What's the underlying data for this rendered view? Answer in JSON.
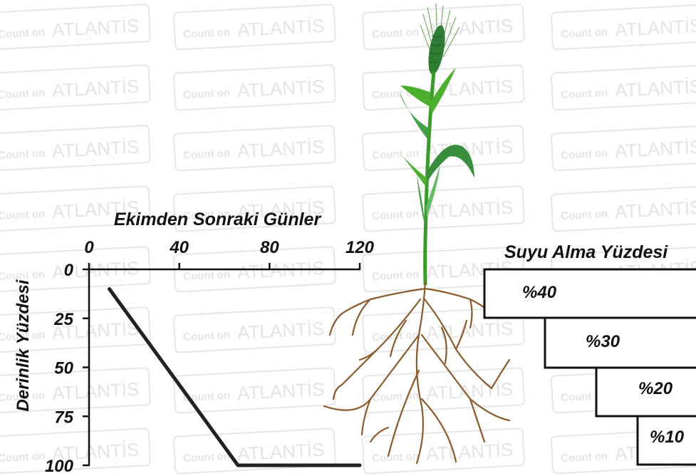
{
  "watermark": {
    "text_small": "Count on",
    "text_large": "ATLANTİS"
  },
  "depth_chart": {
    "title": "Ekimden Sonraki Günler",
    "ylabel": "Derinlik Yüzdesi",
    "x_ticks": [
      "0",
      "40",
      "80",
      "120"
    ],
    "y_ticks": [
      "0",
      "25",
      "50",
      "75",
      "100"
    ]
  },
  "chart_data": {
    "type": "line",
    "title": "Ekimden Sonraki Günler",
    "xlabel": "",
    "ylabel": "Derinlik Yüzdesi",
    "xlim": [
      0,
      120
    ],
    "ylim": [
      0,
      100
    ],
    "y_inverted": true,
    "x_axis_position": "top",
    "series": [
      {
        "x": [
          9,
          66,
          120
        ],
        "y": [
          10,
          100,
          100
        ]
      }
    ]
  },
  "plant": {
    "stem_color": "#3a9b2a",
    "leaf_color": "#4caf2e",
    "head_color": "#2e7d32",
    "root_color": "#8b5a2b"
  },
  "water_uptake": {
    "title": "Suyu Alma Yüzdesi",
    "levels": [
      "%40",
      "%30",
      "%20",
      "%10"
    ]
  }
}
